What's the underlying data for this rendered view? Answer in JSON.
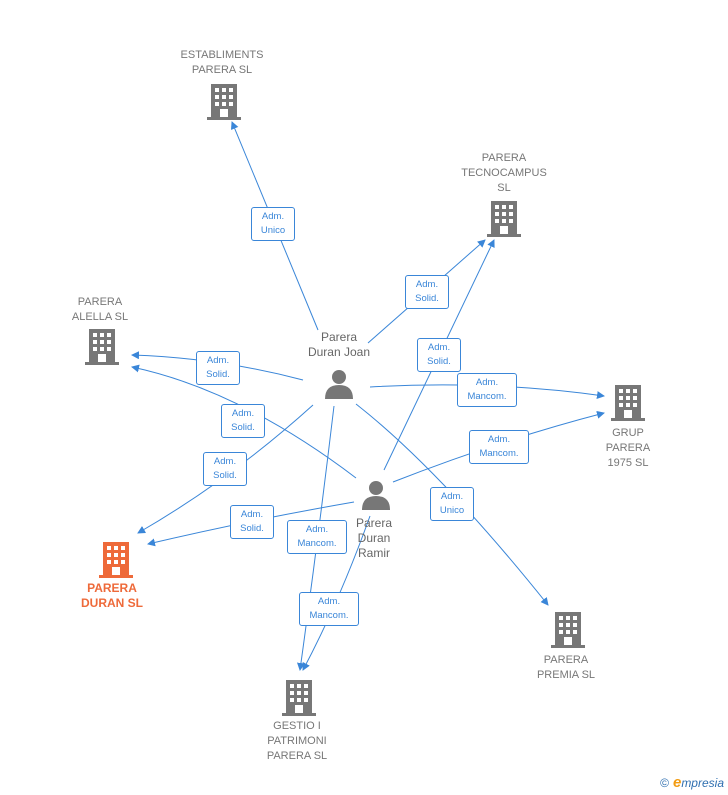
{
  "companies": [
    {
      "id": "establiments",
      "label": "ESTABLIMENTS\nPARERA  SL",
      "highlight": false
    },
    {
      "id": "tecnocampus",
      "label": "PARERA\nTECNOCAMPUS\nSL",
      "highlight": false
    },
    {
      "id": "alella",
      "label": "PARERA\nALELLA  SL",
      "highlight": false
    },
    {
      "id": "grup",
      "label": "GRUP\nPARERA\n1975  SL",
      "highlight": false
    },
    {
      "id": "duran",
      "label": "PARERA\nDURAN  SL",
      "highlight": true
    },
    {
      "id": "premia",
      "label": "PARERA\nPREMIA  SL",
      "highlight": false
    },
    {
      "id": "gestio",
      "label": "GESTIO I\nPATRIMONI\nPARERA  SL",
      "highlight": false
    }
  ],
  "persons": [
    {
      "id": "joan",
      "label": "Parera\nDuran Joan"
    },
    {
      "id": "ramir",
      "label": "Parera\nDuran\nRamir"
    }
  ],
  "relations": [
    {
      "id": "r1",
      "label": "Adm.\nUnico"
    },
    {
      "id": "r2",
      "label": "Adm.\nSolid."
    },
    {
      "id": "r3",
      "label": "Adm.\nSolid."
    },
    {
      "id": "r4",
      "label": "Adm.\nSolid."
    },
    {
      "id": "r5",
      "label": "Adm.\nMancom."
    },
    {
      "id": "r6",
      "label": "Adm.\nSolid."
    },
    {
      "id": "r7",
      "label": "Adm.\nSolid."
    },
    {
      "id": "r8",
      "label": "Adm.\nMancom."
    },
    {
      "id": "r9",
      "label": "Adm.\nUnico"
    },
    {
      "id": "r10",
      "label": "Adm.\nSolid."
    },
    {
      "id": "r11",
      "label": "Adm.\nMancom."
    },
    {
      "id": "r12",
      "label": "Adm.\nMancom."
    }
  ],
  "colors": {
    "edge": "#3a86d8",
    "building": "#777777",
    "building_highlight": "#ee6a3a",
    "person": "#777777"
  },
  "footer": {
    "copyright": "©",
    "brand_initial": "e",
    "brand_rest": "mpresia"
  }
}
